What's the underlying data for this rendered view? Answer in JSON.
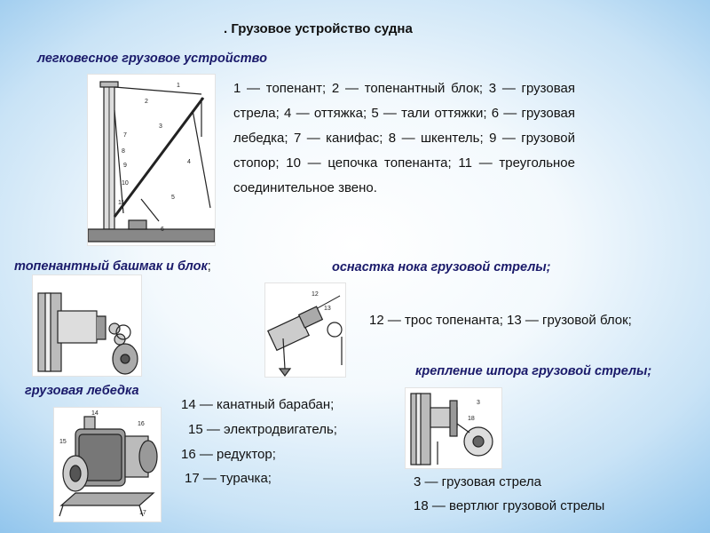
{
  "title": ". Грузовое устройство судна",
  "sections": {
    "light_gear": {
      "heading": "легковесное грузовое устройство",
      "legend": "1 — топенант; 2 — топенантный блок; 3 — грузовая стрела; 4 — оттяжка; 5 — тали оттяжки; 6 — грузовая лебедка; 7 — канифас; 8 — шкентель; 9 — грузовой стопор; 10 — цепочка топенанта; 11 — треугольное соединительное звено.",
      "callouts": [
        "1",
        "2",
        "3",
        "4",
        "5",
        "6",
        "7",
        "8",
        "9",
        "10",
        "11"
      ]
    },
    "topping_shoe": {
      "heading": "топенантный башмак и блок",
      "punct": ";"
    },
    "boom_head": {
      "heading": "оснастка нока грузовой стрелы;",
      "legend": "12 — трос топенанта; 13 — грузовой блок;",
      "callouts": [
        "12",
        "13"
      ]
    },
    "winch": {
      "heading": "грузовая лебедка",
      "legend": [
        "14 — канатный барабан;",
        "15 — электродвигатель;",
        "16 — редуктор;",
        "17 — турачка;"
      ],
      "callouts": [
        "14",
        "15",
        "16",
        "17"
      ]
    },
    "heel_fitting": {
      "heading": "крепление шпора грузовой стрелы;",
      "legend": [
        "3 — грузовая стрела",
        "18 — вертлюг грузовой стрелы"
      ],
      "callouts": [
        "3",
        "18"
      ]
    }
  }
}
